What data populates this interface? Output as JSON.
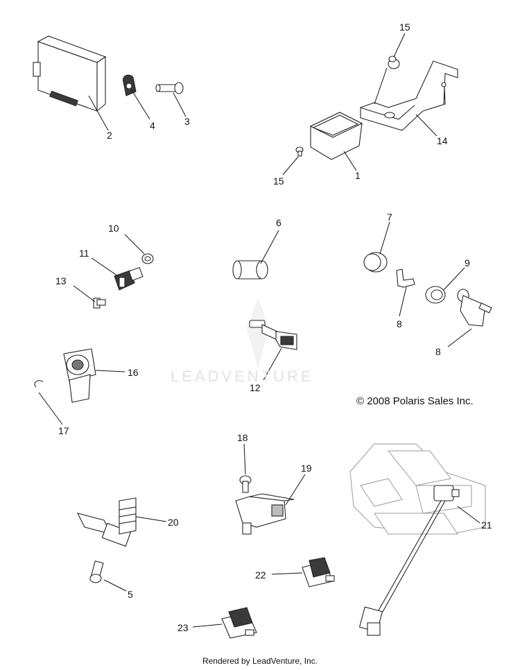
{
  "watermark_text": "LEADVENTURE",
  "copyright": "© 2008 Polaris Sales Inc.",
  "footer": "Rendered by LeadVenture, Inc.",
  "callouts": [
    {
      "id": "c1",
      "label": "1"
    },
    {
      "id": "c2",
      "label": "2"
    },
    {
      "id": "c3",
      "label": "3"
    },
    {
      "id": "c4",
      "label": "4"
    },
    {
      "id": "c5",
      "label": "5"
    },
    {
      "id": "c6",
      "label": "6"
    },
    {
      "id": "c7",
      "label": "7"
    },
    {
      "id": "c8a",
      "label": "8"
    },
    {
      "id": "c8b",
      "label": "8"
    },
    {
      "id": "c9",
      "label": "9"
    },
    {
      "id": "c10",
      "label": "10"
    },
    {
      "id": "c11",
      "label": "11"
    },
    {
      "id": "c12",
      "label": "12"
    },
    {
      "id": "c13",
      "label": "13"
    },
    {
      "id": "c14",
      "label": "14"
    },
    {
      "id": "c15a",
      "label": "15"
    },
    {
      "id": "c15b",
      "label": "15"
    },
    {
      "id": "c16",
      "label": "16"
    },
    {
      "id": "c17",
      "label": "17"
    },
    {
      "id": "c18",
      "label": "18"
    },
    {
      "id": "c19",
      "label": "19"
    },
    {
      "id": "c20",
      "label": "20"
    },
    {
      "id": "c21",
      "label": "21"
    },
    {
      "id": "c22",
      "label": "22"
    },
    {
      "id": "c23",
      "label": "23"
    }
  ]
}
